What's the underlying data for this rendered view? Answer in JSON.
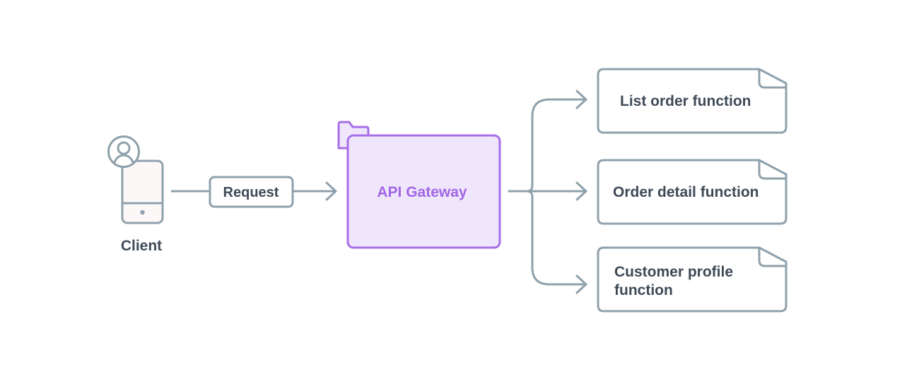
{
  "client": {
    "label": "Client"
  },
  "request": {
    "label": "Request"
  },
  "gateway": {
    "label": "API Gateway"
  },
  "functions": [
    {
      "lines": [
        "List order function"
      ]
    },
    {
      "lines": [
        "Order detail function"
      ]
    },
    {
      "lines": [
        "Customer profile",
        "function"
      ]
    }
  ],
  "colors": {
    "stroke": "#8fa1ac",
    "text": "#3f4a57",
    "gateway_stroke": "#a76ee8",
    "gateway_fill": "#efe6fc",
    "gateway_text": "#a066e4",
    "phone_screen": "#fdf8f8"
  }
}
